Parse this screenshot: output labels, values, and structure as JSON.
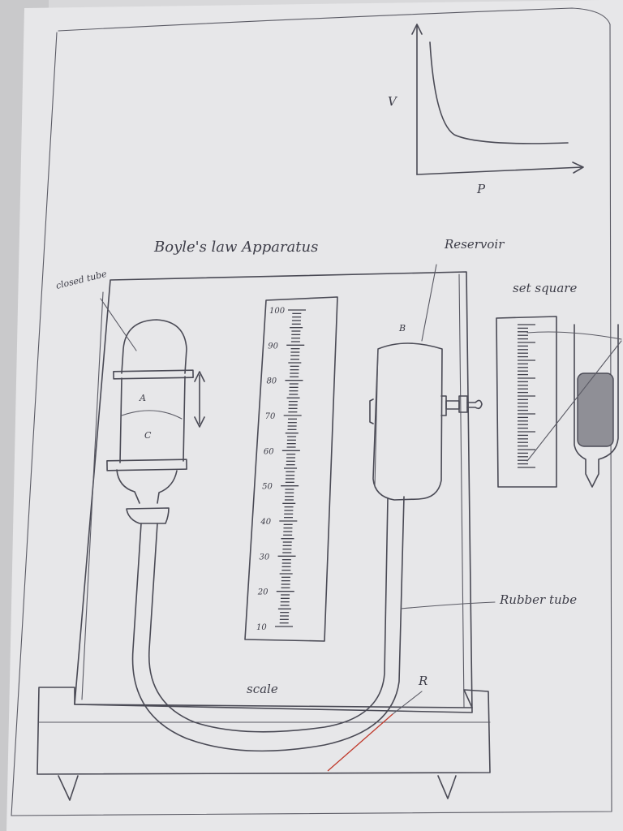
{
  "diagram": {
    "title": "Boyle's law Apparatus",
    "labels": {
      "closed_tube": "closed tube",
      "reservoir": "Reservoir",
      "set_square": "set square",
      "rubber_tube": "Rubber tube",
      "scale": "scale",
      "point_a": "A",
      "point_b": "B",
      "point_c": "C",
      "point_r": "R"
    },
    "scale_ticks": [
      "100",
      "90",
      "80",
      "70",
      "60",
      "50",
      "40",
      "30",
      "20",
      "10"
    ],
    "graph": {
      "x_label": "P",
      "y_label": "V"
    }
  },
  "colors": {
    "paper": "#e6e6e8",
    "ink": "#4a4a55",
    "red_pen": "#c0392b"
  }
}
